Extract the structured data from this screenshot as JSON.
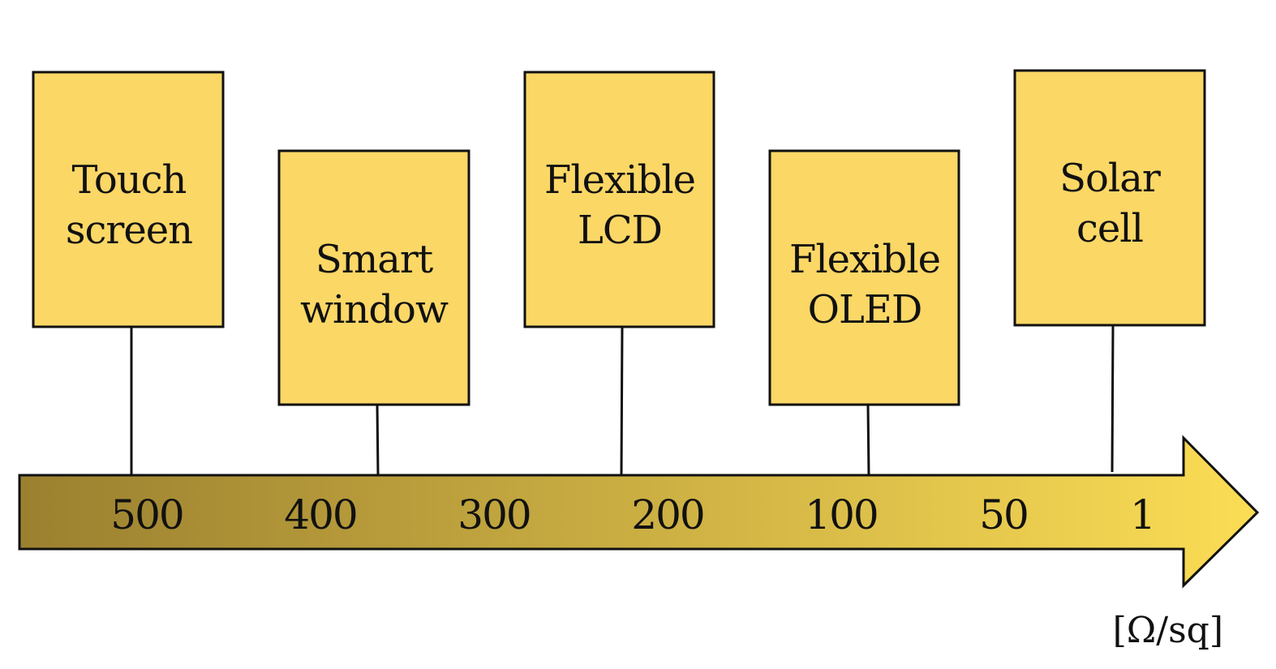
{
  "colors": {
    "box_fill": "#FBD766",
    "stroke": "#111111",
    "arrow_gradient_start": "#9B8030",
    "arrow_gradient_end": "#FBDD55"
  },
  "applications": [
    {
      "line1": "Touch",
      "line2": "screen"
    },
    {
      "line1": "Smart",
      "line2": "window"
    },
    {
      "line1": "Flexible",
      "line2": "LCD"
    },
    {
      "line1": "Flexible",
      "line2": "OLED"
    },
    {
      "line1": "Solar",
      "line2": "cell"
    }
  ],
  "scale_ticks": [
    "500",
    "400",
    "300",
    "200",
    "100",
    "50",
    "1"
  ],
  "unit": "[Ω/sq]"
}
